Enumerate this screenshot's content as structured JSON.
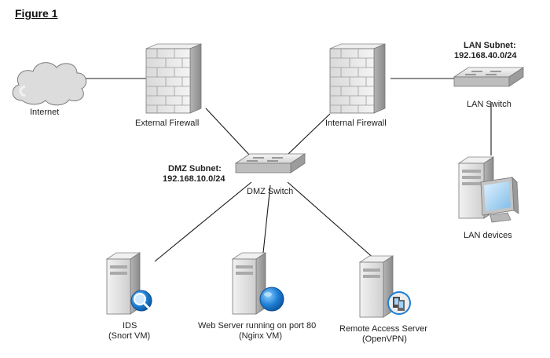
{
  "figure_title": "Figure 1",
  "nodes": {
    "internet": {
      "label": "Internet",
      "icon": "cloud-icon"
    },
    "external_firewall": {
      "label": "External Firewall",
      "icon": "firewall-icon"
    },
    "internal_firewall": {
      "label": "Internal Firewall",
      "icon": "firewall-icon"
    },
    "dmz_switch": {
      "label": "DMZ Switch",
      "icon": "switch-icon"
    },
    "lan_switch": {
      "label": "LAN Switch",
      "icon": "switch-icon"
    },
    "lan_devices": {
      "label": "LAN devices",
      "icon": "workstation-icon"
    },
    "ids": {
      "label": "IDS",
      "sublabel": "(Snort VM)",
      "icon": "server-magnifier-icon"
    },
    "web_server": {
      "label": "Web Server running on port 80",
      "sublabel": "(Nginx VM)",
      "icon": "server-globe-icon"
    },
    "remote_access": {
      "label": "Remote Access Server",
      "sublabel": "(OpenVPN)",
      "icon": "server-vpn-icon"
    }
  },
  "subnets": {
    "dmz": {
      "title": "DMZ Subnet:",
      "cidr": "192.168.10.0/24"
    },
    "lan": {
      "title": "LAN Subnet:",
      "cidr": "192.168.40.0/24"
    }
  },
  "links": [
    [
      "internet",
      "external_firewall"
    ],
    [
      "external_firewall",
      "dmz_switch"
    ],
    [
      "internal_firewall",
      "dmz_switch"
    ],
    [
      "internal_firewall",
      "lan_switch"
    ],
    [
      "lan_switch",
      "lan_devices"
    ],
    [
      "dmz_switch",
      "ids"
    ],
    [
      "dmz_switch",
      "web_server"
    ],
    [
      "dmz_switch",
      "remote_access"
    ]
  ],
  "colors": {
    "line": "#1a1a1a",
    "device_face": "#e9e9e9",
    "device_shade": "#9a9a9a",
    "globe_blue": "#1e7fd6"
  }
}
